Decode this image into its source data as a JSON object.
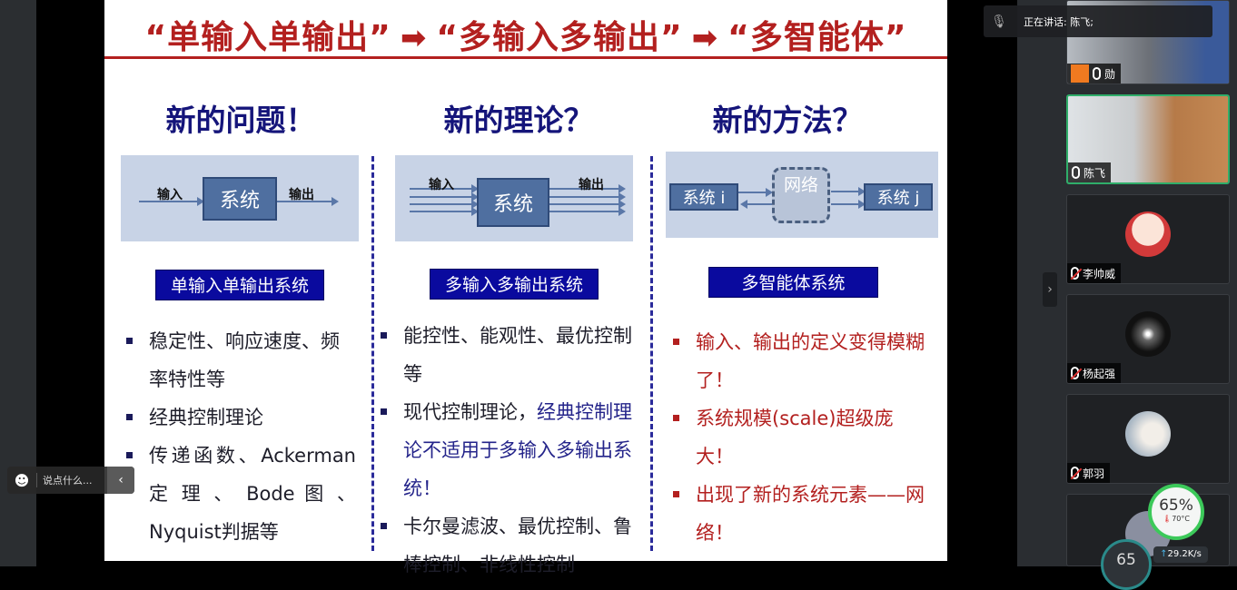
{
  "slide": {
    "title": {
      "part1": "“单输入单输出”",
      "part2": "“多输入多输出”",
      "part3": "“多智能体”",
      "arrow": "➡"
    },
    "columns": [
      {
        "heading": "新的问题！",
        "diagram": {
          "input": "输入",
          "system": "系统",
          "output": "输出"
        },
        "badge": "单输入单输出系统",
        "bullets": [
          "稳定性、响应速度、频率特性等",
          "经典控制理论",
          "传递函数、Ackerman 定 理 、 Bode 图 、 Nyquist判据等"
        ]
      },
      {
        "heading": "新的理论？",
        "diagram": {
          "input": "输入",
          "system": "系统",
          "output": "输出"
        },
        "badge": "多输入多输出系统",
        "bullets": [
          "能控性、能观性、最优控制等"
        ],
        "bullet2a": "现代控制理论，",
        "bullet2b": "经典控制理论不适用于多输入多输出系统！",
        "bullet3": "卡尔曼滤波、最优控制、鲁棒控制、非线性控制"
      },
      {
        "heading": "新的方法？",
        "diagram": {
          "system_i": "系统 i",
          "network": "网络",
          "system_j": "系统 j"
        },
        "badge": "多智能体系统",
        "bullets": [
          "输入、输出的定义变得模糊了！",
          "系统规模(scale)超级庞大！",
          "出现了新的系统元素——网络！"
        ]
      }
    ]
  },
  "chat": {
    "placeholder": "说点什么..."
  },
  "speaking": {
    "label": "正在讲话: 陈飞;"
  },
  "participants": [
    {
      "name": "勋"
    },
    {
      "name": "陈飞"
    },
    {
      "name": "李帅威"
    },
    {
      "name": "杨起强"
    },
    {
      "name": "郭羽"
    }
  ],
  "monitor": {
    "cpu": "65%",
    "temp": "70°C",
    "net": "29.2K/s",
    "cpu2": "65"
  },
  "colors": {
    "accent_red": "#b3201f",
    "navy": "#0a0a9e",
    "active_border": "#2fae6a"
  }
}
